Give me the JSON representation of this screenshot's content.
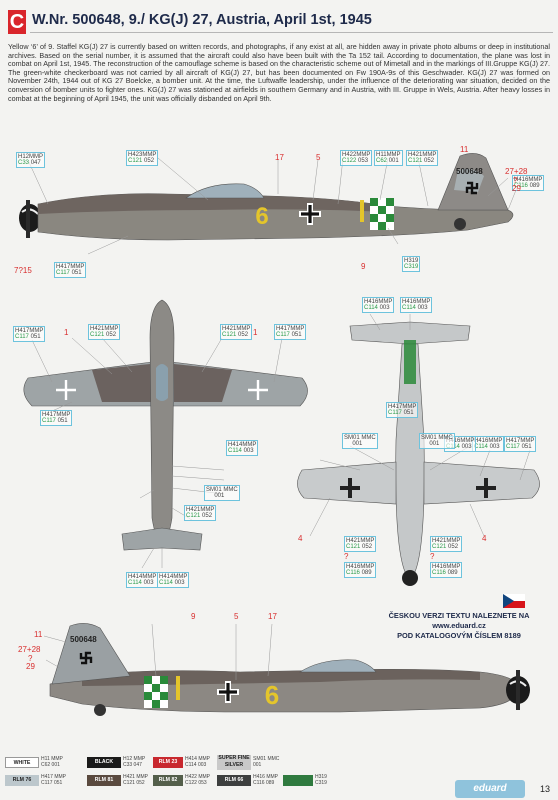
{
  "header": {
    "letter": "C",
    "title": "W.Nr. 500648, 9./ KG(J) 27, Austria, April 1st, 1945"
  },
  "intro": "Yellow ‘6’ of 9. Staffel KG(J) 27 is currently based on written records, and photographs, if any exist at all, are hidden away in private photo albums or deep in institutional archives. Based on the serial number, it is assumed that the aircraft could also have been built with the Ta 152 tail. According to documentation, the plane was lost in combat on April 1st, 1945. The reconstruction of the camouflage scheme is based on the characteristic scheme out of Mimetall and in the markings of III.Gruppe KG(J) 27. The green-white checkerboard was not carried by all aircraft of KG(J) 27, but has been documented on Fw 190A-9s of this Geschwader. KG(J) 27 was formed on November 24th, 1944 out of KG 27 Boelcke, a bomber unit. At the time, the Luftwaffe leadership, under the influence of the deteriorating war situation, decided on the conversion of bomber units to fighter ones. KG(J) 27 was stationed at airfields in southern Germany and in Austria, with III. Gruppe in Wels, Austria. After heavy losses in combat at the beginning of April 1945, the unit was officially disbanded on April 9th.",
  "side_view_top": {
    "codes": [
      {
        "a": "H12",
        "b": "MMP",
        "c": "C33",
        "d": "047"
      },
      {
        "a": "H423",
        "b": "MMP",
        "c": "C121",
        "d": "052"
      },
      {
        "a": "H422",
        "b": "MMP",
        "c": "C122",
        "d": "053"
      },
      {
        "a": "H11",
        "b": "MMP",
        "c": "C62",
        "d": "001"
      },
      {
        "a": "H421",
        "b": "MMP",
        "c": "C121",
        "d": "052"
      },
      {
        "a": "H416",
        "b": "MMP",
        "c": "C116",
        "d": "089"
      },
      {
        "a": "H417",
        "b": "MMP",
        "c": "C117",
        "d": "051"
      },
      {
        "a": "H319",
        "b": "",
        "c": "C319",
        "d": ""
      }
    ],
    "numbers": [
      "17",
      "5",
      "11",
      "27+28",
      "?",
      "29",
      "9",
      "7?15"
    ],
    "fuselage_code": "500648",
    "aircraft_number": "6"
  },
  "plan_views": {
    "codes": [
      {
        "a": "H417",
        "b": "MMP",
        "c": "C117",
        "d": "051"
      },
      {
        "a": "H421",
        "b": "MMP",
        "c": "C121",
        "d": "052"
      },
      {
        "a": "H421",
        "b": "MMP",
        "c": "C121",
        "d": "052"
      },
      {
        "a": "H417",
        "b": "MMP",
        "c": "C117",
        "d": "051"
      },
      {
        "a": "H416",
        "b": "MMP",
        "c": "C114",
        "d": "003"
      },
      {
        "a": "H416",
        "b": "MMP",
        "c": "C114",
        "d": "003"
      },
      {
        "a": "H417",
        "b": "MMP",
        "c": "C117",
        "d": "051"
      },
      {
        "a": "SM01",
        "b": "MMC",
        "c": "",
        "d": "001"
      },
      {
        "a": "H417",
        "b": "MMP",
        "c": "C117",
        "d": "051"
      },
      {
        "a": "H421",
        "b": "MMP",
        "c": "C121",
        "d": "052"
      },
      {
        "a": "H414",
        "b": "MMP",
        "c": "C114",
        "d": "003"
      },
      {
        "a": "H414",
        "b": "MMP",
        "c": "C114",
        "d": "003"
      },
      {
        "a": "H414",
        "b": "MMP",
        "c": "C114",
        "d": "003"
      },
      {
        "a": "H416",
        "b": "MMP",
        "c": "C114",
        "d": "003"
      },
      {
        "a": "H416",
        "b": "MMP",
        "c": "C114",
        "d": "003"
      },
      {
        "a": "H417",
        "b": "MMP",
        "c": "C117",
        "d": "051"
      },
      {
        "a": "SM01",
        "b": "MMC",
        "c": "",
        "d": "001"
      },
      {
        "a": "SM01",
        "b": "MMC",
        "c": "",
        "d": "001"
      },
      {
        "a": "H421",
        "b": "MMP",
        "c": "C121",
        "d": "052"
      },
      {
        "a": "H421",
        "b": "MMP",
        "c": "C121",
        "d": "052"
      },
      {
        "a": "H416",
        "b": "MMP",
        "c": "C116",
        "d": "089"
      },
      {
        "a": "H416",
        "b": "MMP",
        "c": "C116",
        "d": "089"
      }
    ],
    "numbers": [
      "1",
      "1",
      "4",
      "4",
      "?",
      "?"
    ]
  },
  "side_view_bottom": {
    "numbers": [
      "11",
      "27+28",
      "?",
      "29",
      "9",
      "5",
      "17"
    ],
    "fuselage_code": "500648",
    "aircraft_number": "6"
  },
  "czech_note": [
    "ČESKOU VERZI TEXTU NALEZNETE NA",
    "www.eduard.cz",
    "POD KATALOGOVÝM ČÍSLEM 8189"
  ],
  "legend": [
    {
      "label": "WHITE",
      "bg": "#ffffff",
      "fg": "#222222",
      "codes": [
        "H11 MMP",
        "C62 001"
      ]
    },
    {
      "label": "BLACK",
      "bg": "#1a1a1a",
      "fg": "#ffffff",
      "codes": [
        "H12 MMP",
        "C33 047"
      ]
    },
    {
      "label": "RLM 23",
      "bg": "#c8282e",
      "fg": "#ffffff",
      "codes": [
        "H414 MMP",
        "C114 003"
      ]
    },
    {
      "label": "SUPER FINE SILVER",
      "bg": "#c9c9c9",
      "fg": "#222222",
      "codes": [
        "SM01 MMC",
        "001"
      ]
    },
    {
      "label": "RLM 76",
      "bg": "#bcc7cc",
      "fg": "#222222",
      "codes": [
        "H417 MMP",
        "C117 051"
      ]
    },
    {
      "label": "RLM 81",
      "bg": "#5a4a3f",
      "fg": "#ffffff",
      "codes": [
        "H421 MMP",
        "C121 052"
      ]
    },
    {
      "label": "RLM 82",
      "bg": "#545f4b",
      "fg": "#ffffff",
      "codes": [
        "H422 MMP",
        "C122 053"
      ]
    },
    {
      "label": "RLM 66",
      "bg": "#3d3f3f",
      "fg": "#ffffff",
      "codes": [
        "H416 MMP",
        "C116 089"
      ]
    },
    {
      "label": "",
      "bg": "#2f7a3f",
      "fg": "#ffffff",
      "codes": [
        "H319",
        "C319"
      ]
    }
  ],
  "brand": "eduard",
  "page_number": "13"
}
